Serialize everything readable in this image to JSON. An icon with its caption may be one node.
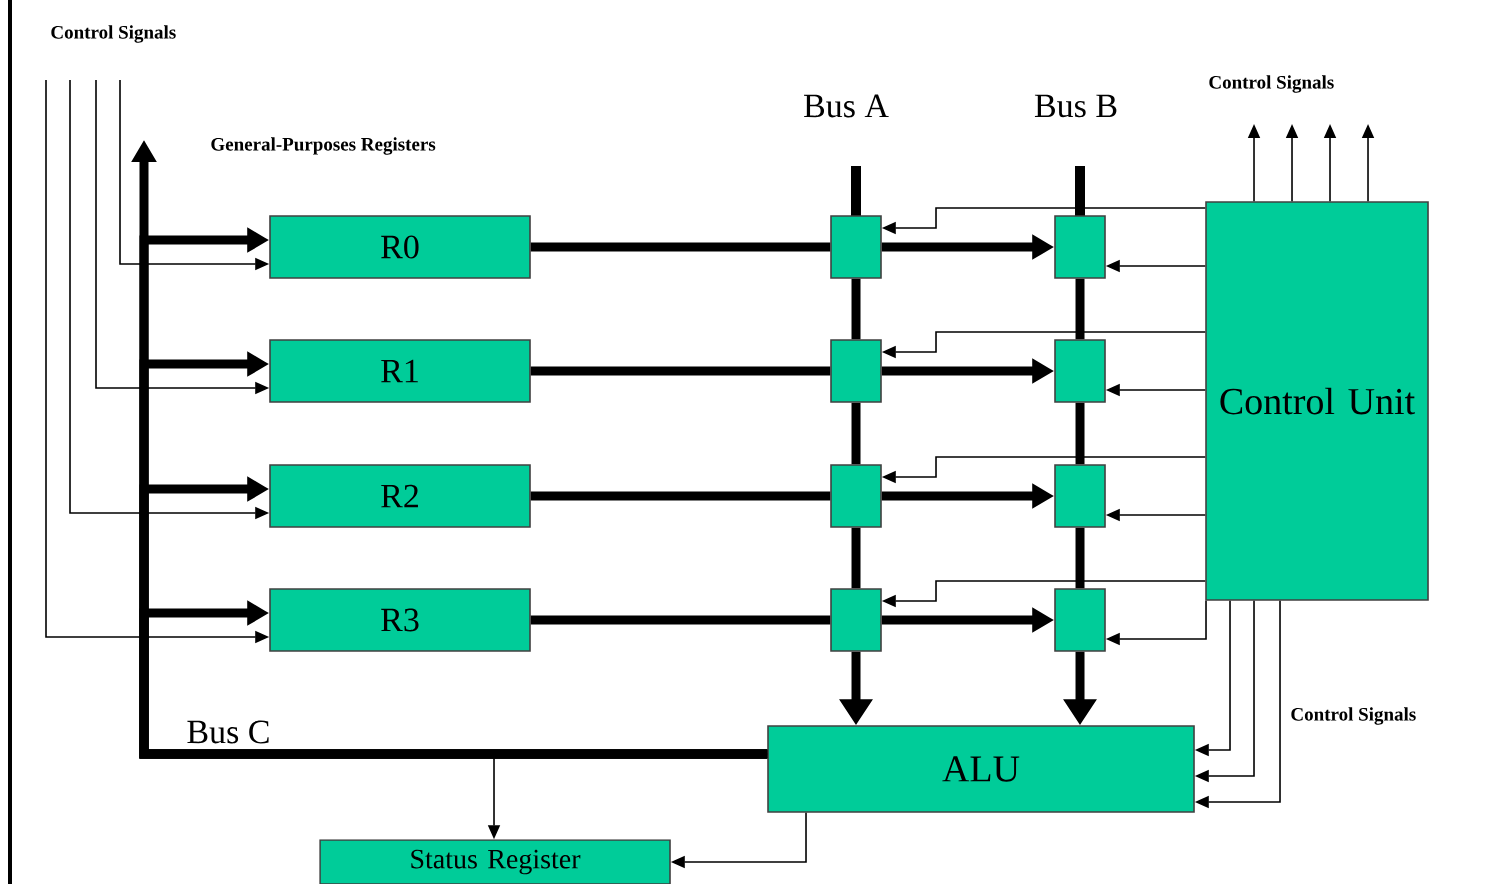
{
  "diagram": {
    "nodes": [
      {
        "text": [
          "R0"
        ]
      },
      {
        "text": [
          "R1"
        ]
      },
      {
        "text": [
          "R2"
        ]
      },
      {
        "text": [
          "R3"
        ]
      },
      {
        "text": [],
        "shape": "box"
      },
      {
        "text": [],
        "shape": "box"
      },
      {
        "text": [],
        "shape": "box"
      },
      {
        "text": [],
        "shape": "box"
      },
      {
        "text": [],
        "shape": "box"
      },
      {
        "text": [],
        "shape": "box"
      },
      {
        "text": [],
        "shape": "box"
      },
      {
        "text": [],
        "shape": "box"
      },
      {
        "text": [
          "Control Unit"
        ]
      },
      {
        "text": [
          "ALU"
        ]
      },
      {
        "text": [
          "Status Register"
        ]
      }
    ],
    "edges": [
      {
        "from": 0,
        "to": 4,
        "arrow": "none",
        "style": "thick"
      },
      {
        "from": 1,
        "to": 5,
        "arrow": "none",
        "style": "thick"
      },
      {
        "from": 2,
        "to": 6,
        "arrow": "none",
        "style": "thick"
      },
      {
        "from": 3,
        "to": 7,
        "arrow": "none",
        "style": "thick"
      },
      {
        "from": 4,
        "to": 8,
        "arrow": "to",
        "style": "thick"
      },
      {
        "from": 5,
        "to": 9,
        "arrow": "to",
        "style": "thick"
      },
      {
        "from": 6,
        "to": 10,
        "arrow": "to",
        "style": "thick"
      },
      {
        "from": 7,
        "to": 11,
        "arrow": "to",
        "style": "thick"
      },
      {
        "from": 4,
        "to": 5,
        "arrow": "none",
        "style": "thick"
      },
      {
        "from": 5,
        "to": 6,
        "arrow": "none",
        "style": "thick"
      },
      {
        "from": 6,
        "to": 7,
        "arrow": "none",
        "style": "thick"
      },
      {
        "from": 7,
        "to": 13,
        "arrow": "to",
        "style": "thick"
      },
      {
        "from": 8,
        "to": 9,
        "arrow": "none",
        "style": "thick"
      },
      {
        "from": 9,
        "to": 10,
        "arrow": "none",
        "style": "thick"
      },
      {
        "from": 10,
        "to": 11,
        "arrow": "none",
        "style": "thick"
      },
      {
        "from": 11,
        "to": 13,
        "arrow": "to",
        "style": "thick"
      },
      {
        "from": 12,
        "to": 4,
        "arrow": "to"
      },
      {
        "from": 12,
        "to": 5,
        "arrow": "to"
      },
      {
        "from": 12,
        "to": 6,
        "arrow": "to"
      },
      {
        "from": 12,
        "to": 7,
        "arrow": "to"
      },
      {
        "from": 12,
        "to": 8,
        "arrow": "to"
      },
      {
        "from": 12,
        "to": 9,
        "arrow": "to"
      },
      {
        "from": 12,
        "to": 10,
        "arrow": "to"
      },
      {
        "from": 12,
        "to": 11,
        "arrow": "to"
      },
      {
        "from": 13,
        "to": 0,
        "arrow": "to",
        "style": "thick"
      },
      {
        "from": 13,
        "to": 1,
        "arrow": "to",
        "style": "thick"
      },
      {
        "from": 13,
        "to": 2,
        "arrow": "to",
        "style": "thick"
      },
      {
        "from": 13,
        "to": 3,
        "arrow": "to",
        "style": "thick"
      },
      {
        "from": 13,
        "to": null,
        "arrow": "to",
        "style": "thick"
      },
      {
        "from": null,
        "to": 0,
        "arrow": "to"
      },
      {
        "from": null,
        "to": 1,
        "arrow": "to"
      },
      {
        "from": null,
        "to": 2,
        "arrow": "to"
      },
      {
        "from": null,
        "to": 3,
        "arrow": "to"
      },
      {
        "from": 12,
        "to": null,
        "arrow": "to"
      },
      {
        "from": 12,
        "to": null,
        "arrow": "to"
      },
      {
        "from": 12,
        "to": null,
        "arrow": "to"
      },
      {
        "from": 12,
        "to": null,
        "arrow": "to"
      },
      {
        "from": 12,
        "to": 13,
        "arrow": "to"
      },
      {
        "from": 12,
        "to": 13,
        "arrow": "to"
      },
      {
        "from": 12,
        "to": 13,
        "arrow": "to"
      },
      {
        "from": 13,
        "to": 14,
        "arrow": "to"
      },
      {
        "from": 13,
        "to": 14,
        "arrow": "to"
      }
    ],
    "labels": [
      "Control Signals",
      "General-Purposes Registers",
      "Bus A",
      "Bus B",
      "Control Signals",
      "Bus C",
      "Control Signals"
    ]
  }
}
